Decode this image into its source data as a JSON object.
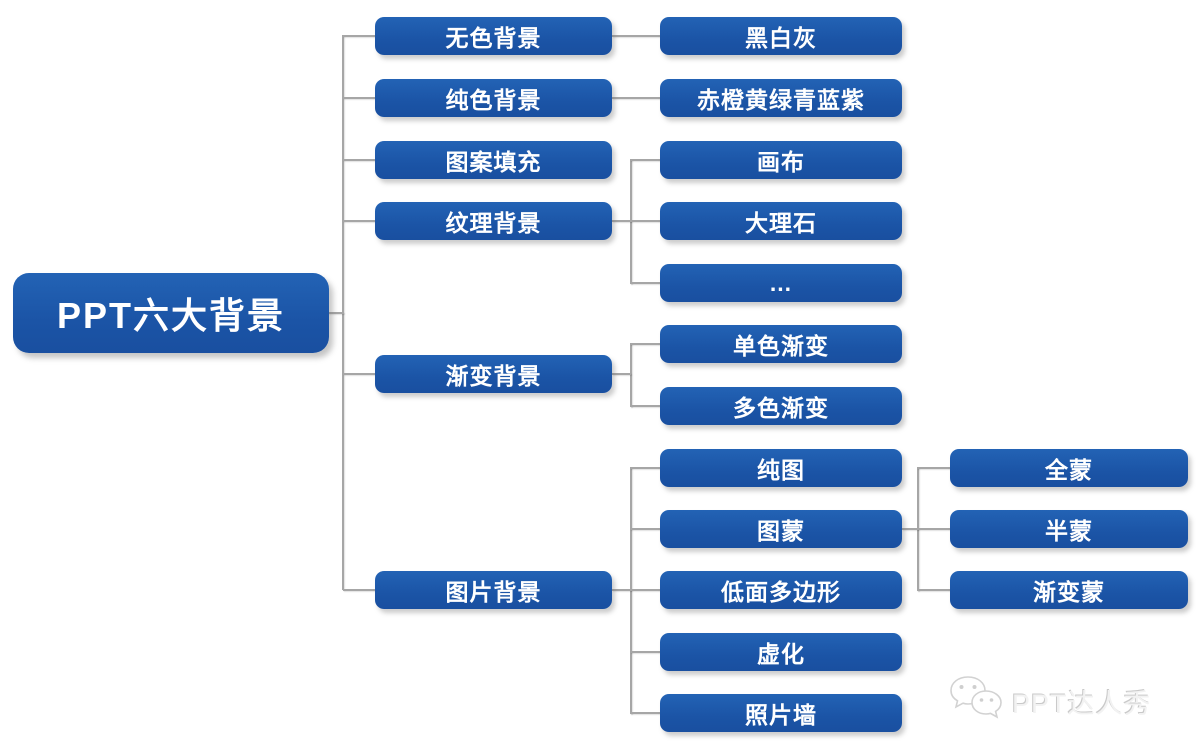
{
  "tree": {
    "root": {
      "label": "PPT六大背景"
    },
    "branches": [
      {
        "label": "无色背景",
        "children": [
          {
            "label": "黑白灰"
          }
        ]
      },
      {
        "label": "纯色背景",
        "children": [
          {
            "label": "赤橙黄绿青蓝紫"
          }
        ]
      },
      {
        "label": "图案填充",
        "children": []
      },
      {
        "label": "纹理背景",
        "children": [
          {
            "label": "画布"
          },
          {
            "label": "大理石"
          },
          {
            "label": "..."
          }
        ]
      },
      {
        "label": "渐变背景",
        "children": [
          {
            "label": "单色渐变"
          },
          {
            "label": "多色渐变"
          }
        ]
      },
      {
        "label": "图片背景",
        "children": [
          {
            "label": "纯图"
          },
          {
            "label": "图蒙",
            "children": [
              {
                "label": "全蒙"
              },
              {
                "label": "半蒙"
              },
              {
                "label": "渐变蒙"
              }
            ]
          },
          {
            "label": "低面多边形"
          },
          {
            "label": "虚化"
          },
          {
            "label": "照片墙"
          }
        ]
      }
    ]
  },
  "watermark": {
    "text": "PPT达人秀",
    "logo_icon": "wechat-bubbles-icon"
  },
  "colors": {
    "node_fill": "#1b54a6",
    "node_fill_light": "#2363b5",
    "node_text": "#ffffff",
    "connector": "#a6a6a6",
    "watermark_text": "#f2f2f2",
    "background": "#ffffff"
  }
}
